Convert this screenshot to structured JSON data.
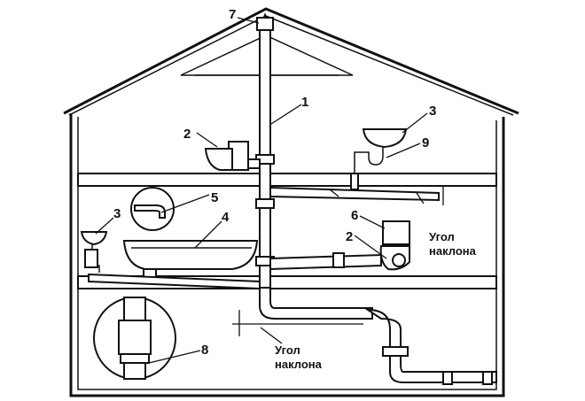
{
  "callouts": [
    {
      "id": "1",
      "text": "1"
    },
    {
      "id": "2a",
      "text": "2"
    },
    {
      "id": "2b",
      "text": "2"
    },
    {
      "id": "3a",
      "text": "3"
    },
    {
      "id": "3b",
      "text": "3"
    },
    {
      "id": "4",
      "text": "4"
    },
    {
      "id": "5",
      "text": "5"
    },
    {
      "id": "6",
      "text": "6"
    },
    {
      "id": "7",
      "text": "7"
    },
    {
      "id": "8",
      "text": "8"
    },
    {
      "id": "9",
      "text": "9"
    }
  ],
  "captions": {
    "slope_upper": {
      "line1": "Угол",
      "line2": "наклона"
    },
    "slope_lower": {
      "line1": "Угол",
      "line2": "наклона"
    }
  }
}
